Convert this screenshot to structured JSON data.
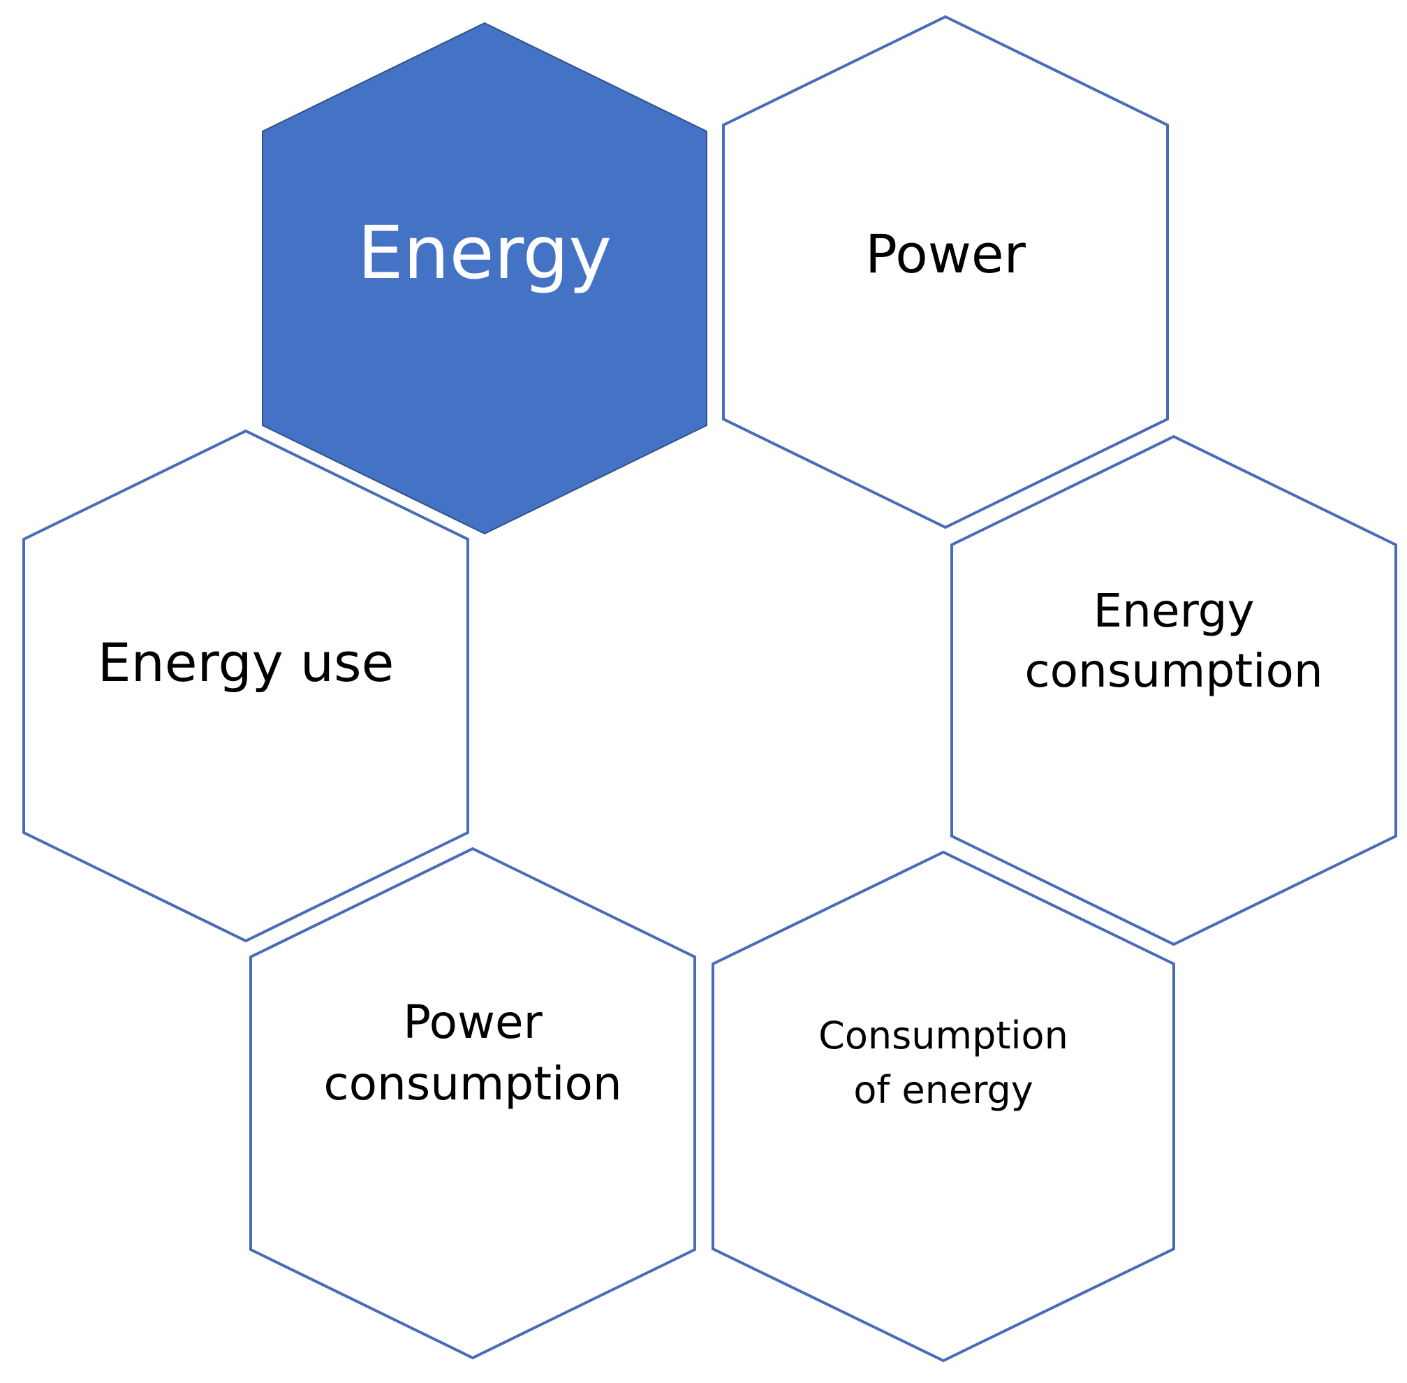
{
  "colors": {
    "accent_fill": "#4472c4",
    "accent_border": "#2f528f",
    "outline": "#4a6bb8",
    "plain_fill": "#ffffff",
    "text_dark": "#000000",
    "text_light": "#ffffff"
  },
  "hexagons": [
    {
      "id": "energy",
      "label_lines": [
        "Energy"
      ],
      "style": "filled"
    },
    {
      "id": "power",
      "label_lines": [
        "Power"
      ],
      "style": "outline"
    },
    {
      "id": "energy-use",
      "label_lines": [
        "Energy use"
      ],
      "style": "outline"
    },
    {
      "id": "energy-consumption",
      "label_lines": [
        "Energy",
        "consumption"
      ],
      "style": "outline"
    },
    {
      "id": "power-consumption",
      "label_lines": [
        "Power",
        "consumption"
      ],
      "style": "outline"
    },
    {
      "id": "consumption-of-energy",
      "label_lines": [
        "Consumption",
        "of energy"
      ],
      "style": "outline"
    }
  ]
}
